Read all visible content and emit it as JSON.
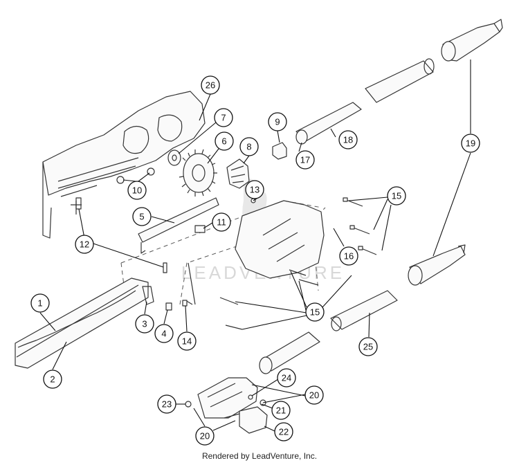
{
  "diagram": {
    "watermark_text": "LEADVENTURE",
    "footer_text": "Rendered by LeadVenture, Inc.",
    "callouts": [
      {
        "id": "1",
        "label": "1"
      },
      {
        "id": "2",
        "label": "2"
      },
      {
        "id": "3",
        "label": "3"
      },
      {
        "id": "4",
        "label": "4"
      },
      {
        "id": "5",
        "label": "5"
      },
      {
        "id": "6",
        "label": "6"
      },
      {
        "id": "7",
        "label": "7"
      },
      {
        "id": "8",
        "label": "8"
      },
      {
        "id": "9",
        "label": "9"
      },
      {
        "id": "10",
        "label": "10"
      },
      {
        "id": "11",
        "label": "11"
      },
      {
        "id": "12",
        "label": "12"
      },
      {
        "id": "13",
        "label": "13"
      },
      {
        "id": "14",
        "label": "14"
      },
      {
        "id": "15a",
        "label": "15"
      },
      {
        "id": "15b",
        "label": "15"
      },
      {
        "id": "16",
        "label": "16"
      },
      {
        "id": "17",
        "label": "17"
      },
      {
        "id": "18",
        "label": "18"
      },
      {
        "id": "19",
        "label": "19"
      },
      {
        "id": "20a",
        "label": "20"
      },
      {
        "id": "20b",
        "label": "20"
      },
      {
        "id": "21",
        "label": "21"
      },
      {
        "id": "22",
        "label": "22"
      },
      {
        "id": "23",
        "label": "23"
      },
      {
        "id": "24",
        "label": "24"
      },
      {
        "id": "25",
        "label": "25"
      },
      {
        "id": "26",
        "label": "26"
      }
    ]
  }
}
